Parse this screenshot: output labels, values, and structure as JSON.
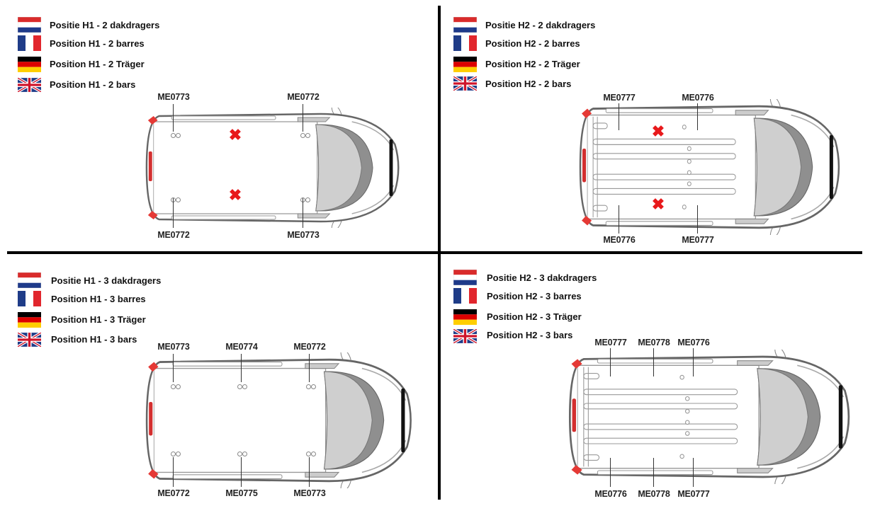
{
  "quadrants": [
    {
      "id": "h1-2",
      "languages": [
        {
          "flag": "nl",
          "label": "Positie H1 - 2 dakdragers"
        },
        {
          "flag": "fr",
          "label": "Position H1 - 2 barres"
        },
        {
          "flag": "de",
          "label": "Position H1 - 2 Träger"
        },
        {
          "flag": "uk",
          "label": "Position H1 - 2 bars"
        }
      ],
      "roof": "H1",
      "parts_top": [
        "ME0773",
        "ME0772"
      ],
      "parts_bottom": [
        "ME0772",
        "ME0773"
      ],
      "removed_marks": 2
    },
    {
      "id": "h2-2",
      "languages": [
        {
          "flag": "nl",
          "label": "Positie H2 - 2 dakdragers"
        },
        {
          "flag": "fr",
          "label": "Position H2 - 2 barres"
        },
        {
          "flag": "de",
          "label": "Position H2 - 2 Träger"
        },
        {
          "flag": "uk",
          "label": "Position H2 - 2 bars"
        }
      ],
      "roof": "H2",
      "parts_top": [
        "ME0777",
        "ME0776"
      ],
      "parts_bottom": [
        "ME0776",
        "ME0777"
      ],
      "removed_marks": 2
    },
    {
      "id": "h1-3",
      "languages": [
        {
          "flag": "nl",
          "label": "Positie H1 - 3 dakdragers"
        },
        {
          "flag": "fr",
          "label": "Position H1 - 3 barres"
        },
        {
          "flag": "de",
          "label": "Position H1 - 3 Träger"
        },
        {
          "flag": "uk",
          "label": "Position H1 - 3 bars"
        }
      ],
      "roof": "H1",
      "parts_top": [
        "ME0773",
        "ME0774",
        "ME0772"
      ],
      "parts_bottom": [
        "ME0772",
        "ME0775",
        "ME0773"
      ],
      "removed_marks": 0
    },
    {
      "id": "h2-3",
      "languages": [
        {
          "flag": "nl",
          "label": "Positie H2 - 3 dakdragers"
        },
        {
          "flag": "fr",
          "label": "Position H2 - 3 barres"
        },
        {
          "flag": "de",
          "label": "Position H2 - 3 Träger"
        },
        {
          "flag": "uk",
          "label": "Position H2 - 3 bars"
        }
      ],
      "roof": "H2",
      "parts_top": [
        "ME0777",
        "ME0778",
        "ME0776"
      ],
      "parts_bottom": [
        "ME0776",
        "ME0778",
        "ME0777"
      ],
      "removed_marks": 0
    }
  ],
  "colors": {
    "removed_mark": "#e8191b",
    "light": "#e53935",
    "divider": "#000000"
  }
}
